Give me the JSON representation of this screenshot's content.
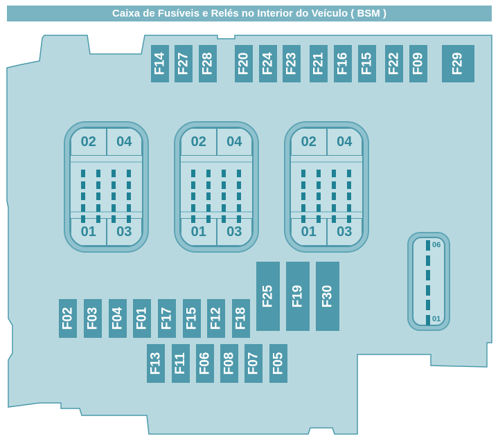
{
  "title": "Caixa de Fusíveis e Relés no Interior do Veículo ( BSM )",
  "colors": {
    "header": "#7ab4c2",
    "box": "#b8d8df",
    "outline": "#4a9aab",
    "fuse": "#4e99ab"
  },
  "top_row": [
    "F14",
    "F27",
    "F28",
    "F20",
    "F24",
    "F23",
    "F21",
    "F16",
    "F15",
    "F22",
    "F09",
    "F29"
  ],
  "large_fuses": [
    "F25",
    "F19",
    "F30"
  ],
  "middle_row": [
    "F02",
    "F03",
    "F04",
    "F01",
    "F17",
    "F15",
    "F12",
    "F18"
  ],
  "bottom_row": [
    "F13",
    "F11",
    "F06",
    "F08",
    "F07",
    "F05"
  ],
  "relay_labels": {
    "top_left": "02",
    "top_right": "04",
    "bottom_left": "01",
    "bottom_right": "03"
  },
  "small_relay": {
    "top": "06",
    "bottom": "01"
  }
}
